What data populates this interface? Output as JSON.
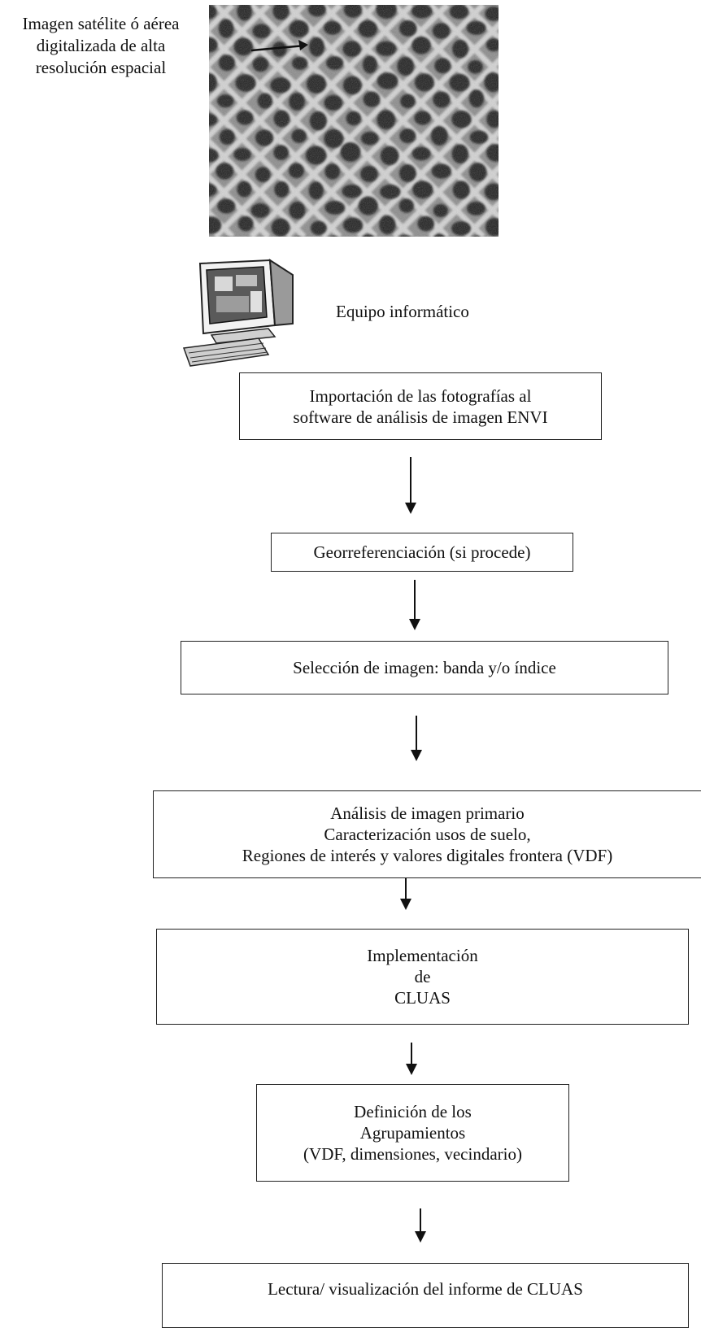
{
  "source_label": [
    "Imagen satélite ó  aérea",
    "digitalizada de alta",
    "resolución espacial"
  ],
  "equipment_label": "Equipo informático",
  "steps": [
    {
      "lines": [
        "Importación de las fotografías al",
        "software de análisis de imagen ENVI"
      ]
    },
    {
      "lines": [
        "Georreferenciación (si procede)"
      ]
    },
    {
      "lines": [
        "Selección de imagen: banda y/o índice"
      ]
    },
    {
      "lines": [
        "Análisis de imagen primario",
        "Caracterización usos de suelo,",
        "Regiones de interés y valores digitales frontera (VDF)"
      ]
    },
    {
      "lines": [
        "Implementación",
        "de",
        "CLUAS"
      ]
    },
    {
      "lines": [
        "Definición de los",
        "Agrupamientos",
        "(VDF, dimensiones, vecindario)"
      ]
    },
    {
      "lines": [
        "Lectura/ visualización del informe de CLUAS"
      ]
    }
  ]
}
